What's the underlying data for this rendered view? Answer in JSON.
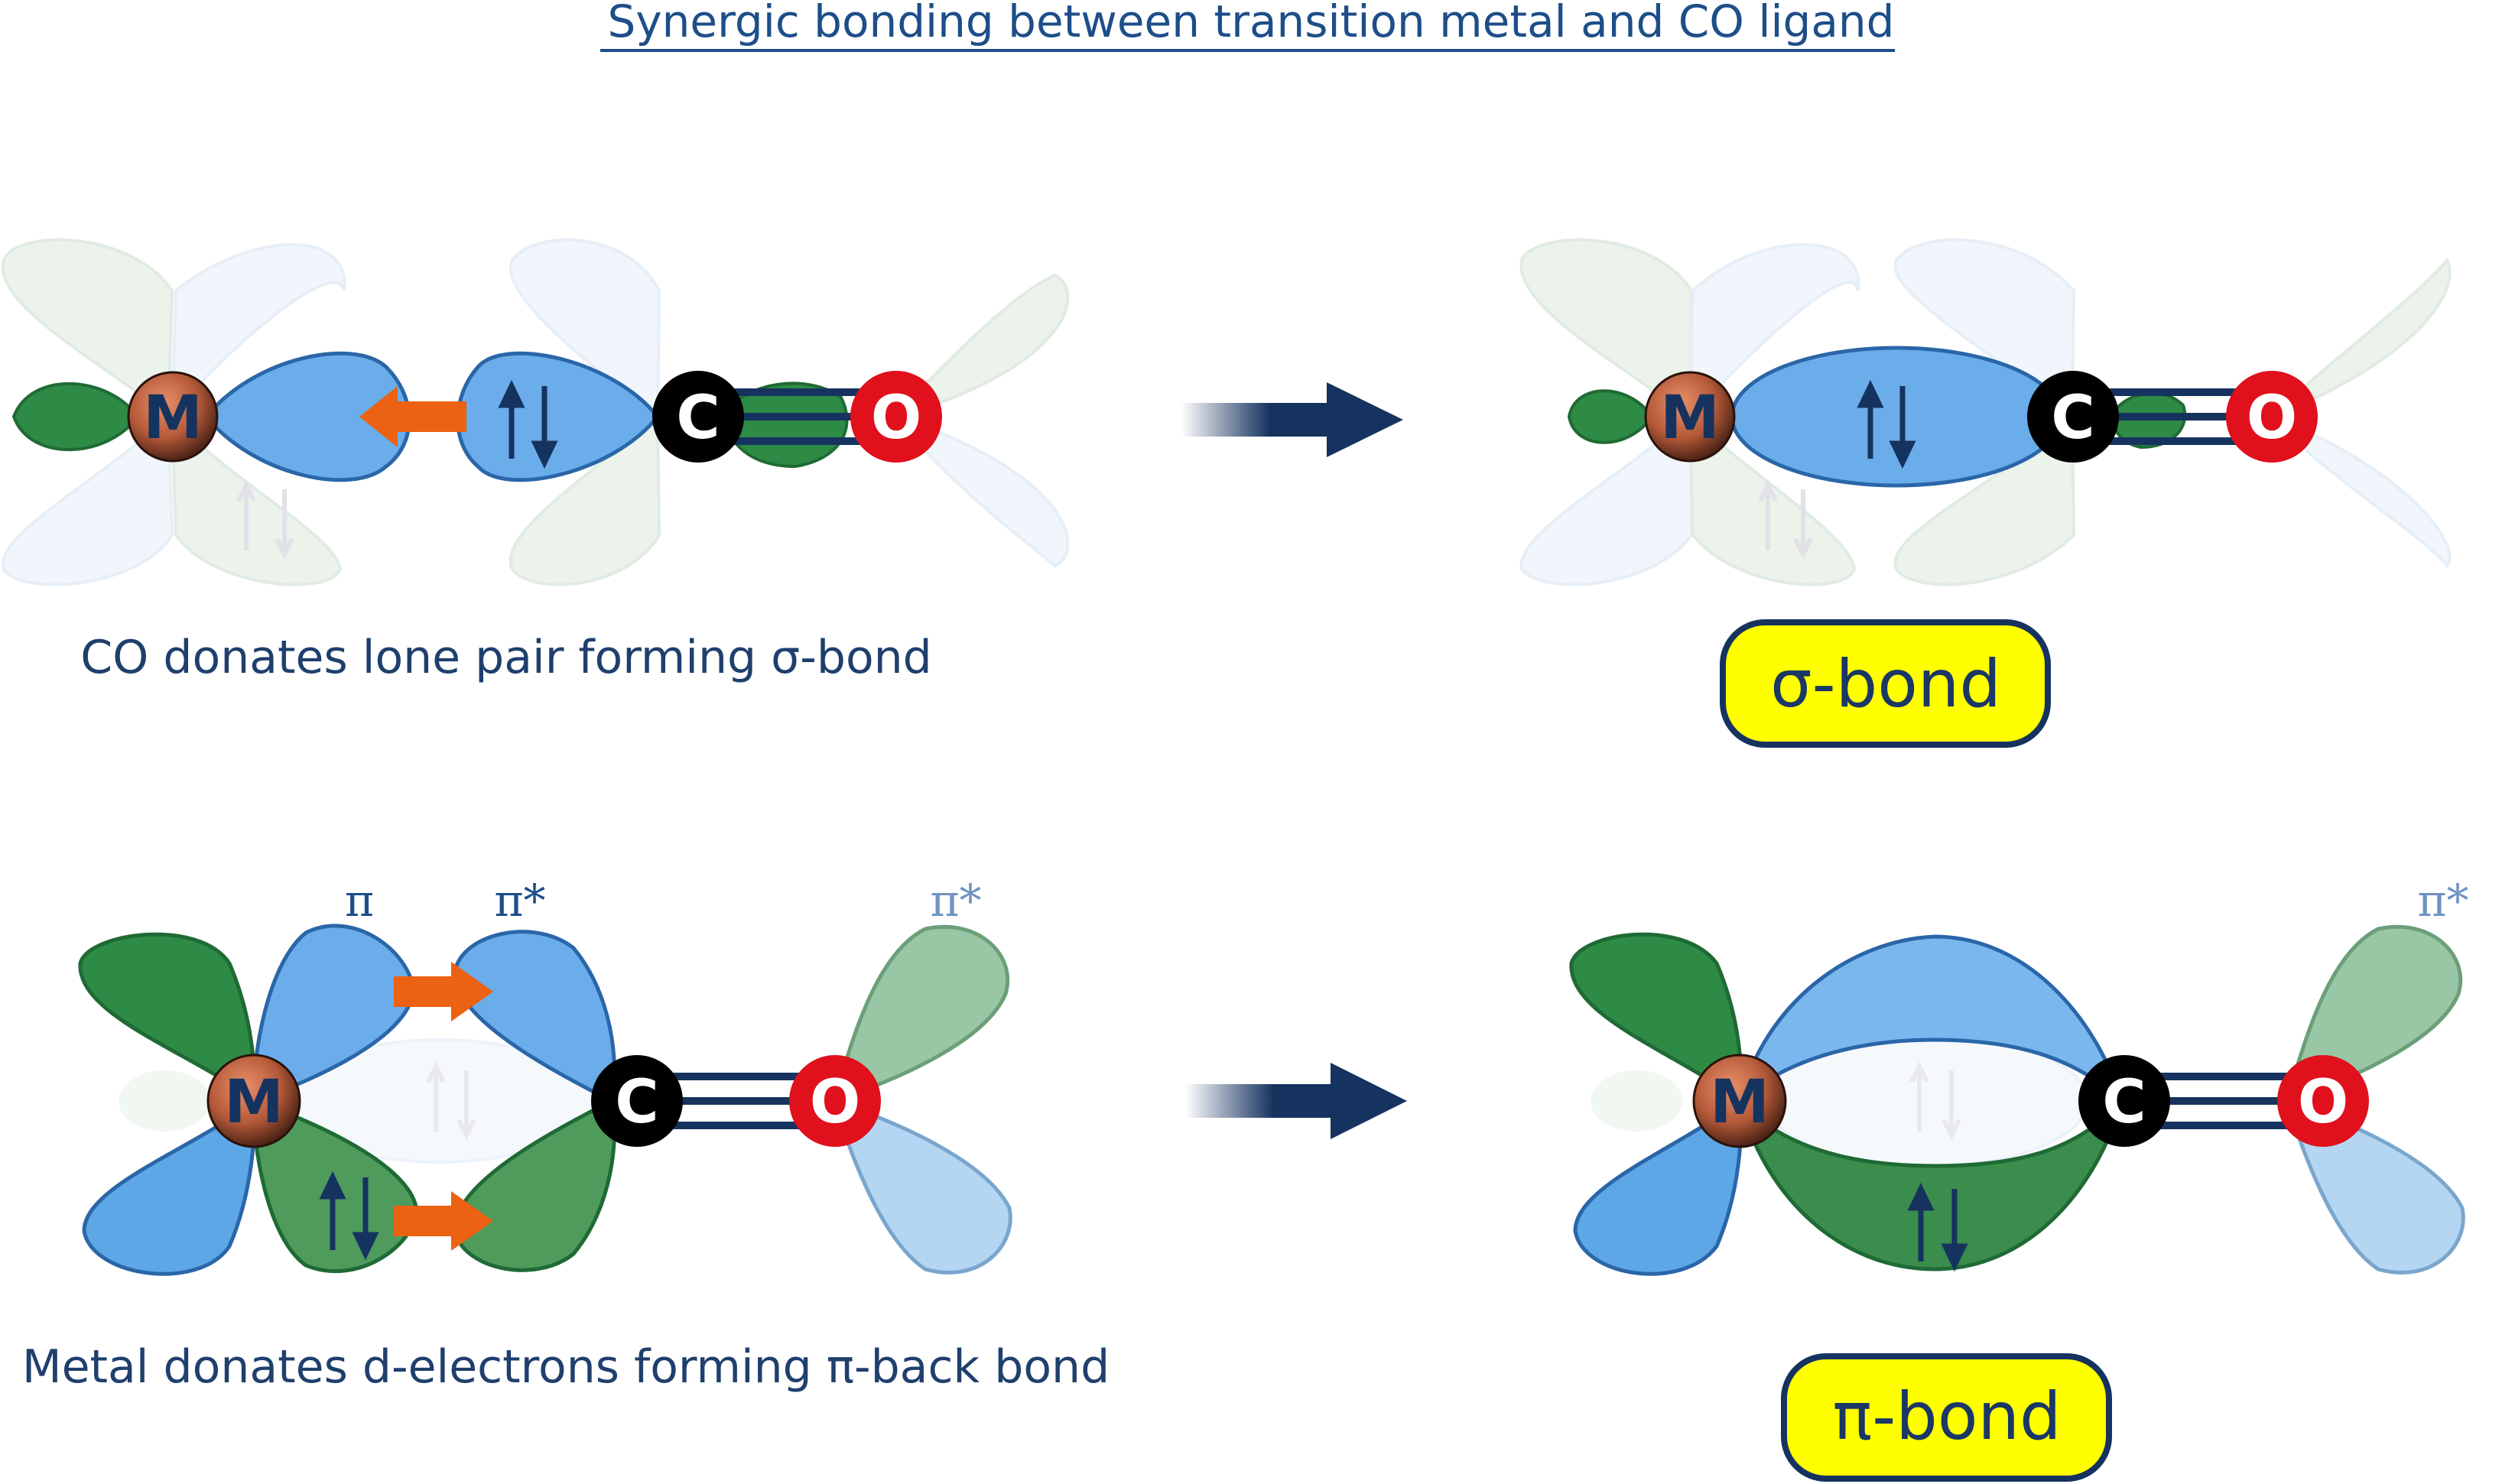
{
  "title": "Synergic bonding between transition metal and CO ligand",
  "top_row": {
    "caption": "CO donates lone pair forming σ-bond",
    "badge": "σ-bond"
  },
  "bottom_row": {
    "caption": "Metal donates d-electrons forming π-back bond",
    "badge": "π-bond",
    "orbital_labels": {
      "metal_pi": "π",
      "co_pi_star": "π*",
      "faint_pi_star": "π*"
    }
  },
  "atoms": {
    "metal": "M",
    "carbon": "C",
    "oxygen": "O"
  },
  "colors": {
    "blue_lobe": "#5ea7e6",
    "green_lobe": "#2e8b45",
    "orange_arrow": "#ec6112",
    "navy": "#16335f",
    "oxygen_red": "#e0101c",
    "badge_yellow": "#ffff00"
  }
}
